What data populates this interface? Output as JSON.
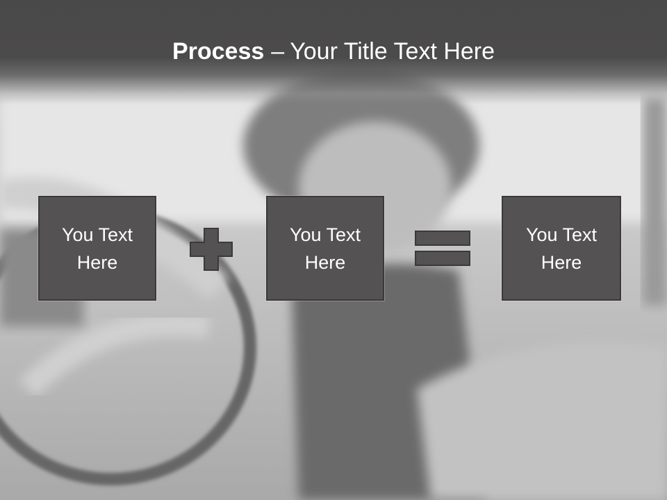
{
  "title": {
    "bold": "Process",
    "separator": "–",
    "rest": "Your Title Text Here"
  },
  "process": {
    "boxes": [
      {
        "text": "You Text Here"
      },
      {
        "text": "You Text Here"
      },
      {
        "text": "You Text Here"
      }
    ],
    "operators": [
      "plus-icon",
      "equals-icon"
    ]
  },
  "colors": {
    "title_band": "#4a4949",
    "box_fill": "#545252",
    "box_border": "#3a3a3a",
    "operator_fill": "#545252",
    "text": "#ffffff"
  }
}
